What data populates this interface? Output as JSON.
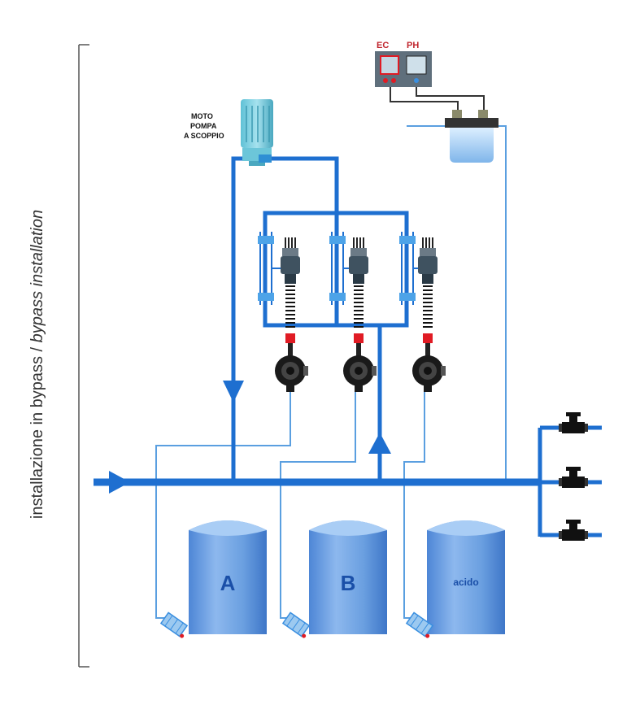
{
  "side_label": {
    "text": "installazione in bypass / ",
    "italic": "bypass installation"
  },
  "motor": {
    "line1": "MOTO",
    "line2": "POMPA",
    "line3": "A SCOPPIO"
  },
  "controller": {
    "ec": "EC",
    "ph": "PH"
  },
  "tanks": [
    {
      "label": "A"
    },
    {
      "label": "B"
    },
    {
      "label": "acido"
    }
  ],
  "colors": {
    "pipe": "#1e6fd0",
    "thin_line": "#5a9fe0",
    "tank": "#6a9fe0",
    "label_red": "#c0262e"
  }
}
